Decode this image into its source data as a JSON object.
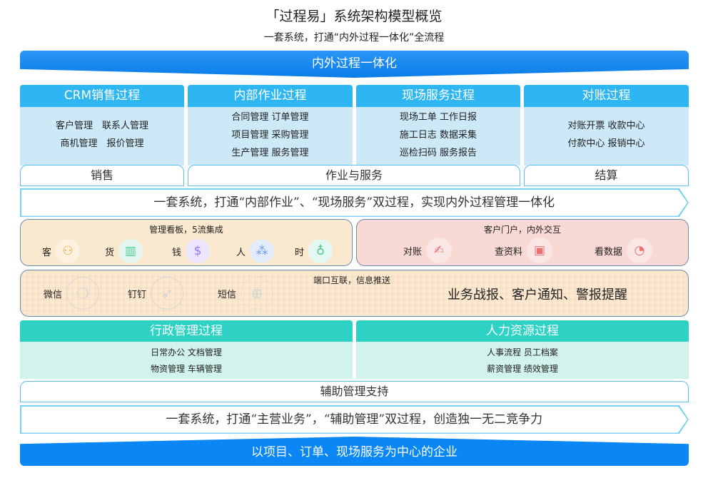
{
  "title": "「过程易」系统架构模型概览",
  "subtitle": "一套系统，打通“内外过程一体化”全流程",
  "top_banner": "内外过程一体化",
  "columns": [
    {
      "title": "CRM销售过程",
      "lines": [
        "客户管理　联系人管理",
        "商机管理　报价管理"
      ]
    },
    {
      "title": "内部作业过程",
      "lines": [
        "合同管理 订单管理",
        "项目管理 采购管理",
        "生产管理 服务管理"
      ]
    },
    {
      "title": "现场服务过程",
      "lines": [
        "现场工单 工作日报",
        "施工日志 数据采集",
        "巡检扫码 服务报告"
      ]
    },
    {
      "title": "对账过程",
      "lines": [
        "对账开票 收款中心",
        "付款中心 报销中心"
      ]
    }
  ],
  "tabs": [
    "销售",
    "作业与服务",
    "结算"
  ],
  "arrow1": "一套系统，打通“内部作业”、“现场服务”双过程，实现内外过程管理一体化",
  "dashboard": {
    "title": "管理看板，5流集成",
    "items": [
      "客",
      "货",
      "钱",
      "人",
      "时"
    ]
  },
  "portal": {
    "title": "客户门户，内外交互",
    "items": [
      "对账",
      "查资料",
      "看数据"
    ]
  },
  "push": {
    "title": "端口互联，信息推送",
    "items": [
      "微信",
      "钉钉",
      "短信"
    ],
    "headline": "业务战报、客户通知、警报提醒"
  },
  "support_columns": [
    {
      "title": "行政管理过程",
      "lines": [
        "日常办公 文档管理",
        "物资管理 车辆管理"
      ]
    },
    {
      "title": "人力资源过程",
      "lines": [
        "人事流程 员工档案",
        "薪资管理 绩效管理"
      ]
    }
  ],
  "support_tab": "辅助管理支持",
  "arrow2": "一套系统，打通“主营业务”，“辅助管理”双过程，创造独一无二竞争力",
  "bottom_banner": "以项目、订单、现场服务为中心的企业",
  "colors": {
    "blue": "#0a87f5",
    "sky": "#2eb6f2",
    "teal": "#2dd2c5",
    "beige": "#fae8cf",
    "pink": "#f8d9d3"
  }
}
